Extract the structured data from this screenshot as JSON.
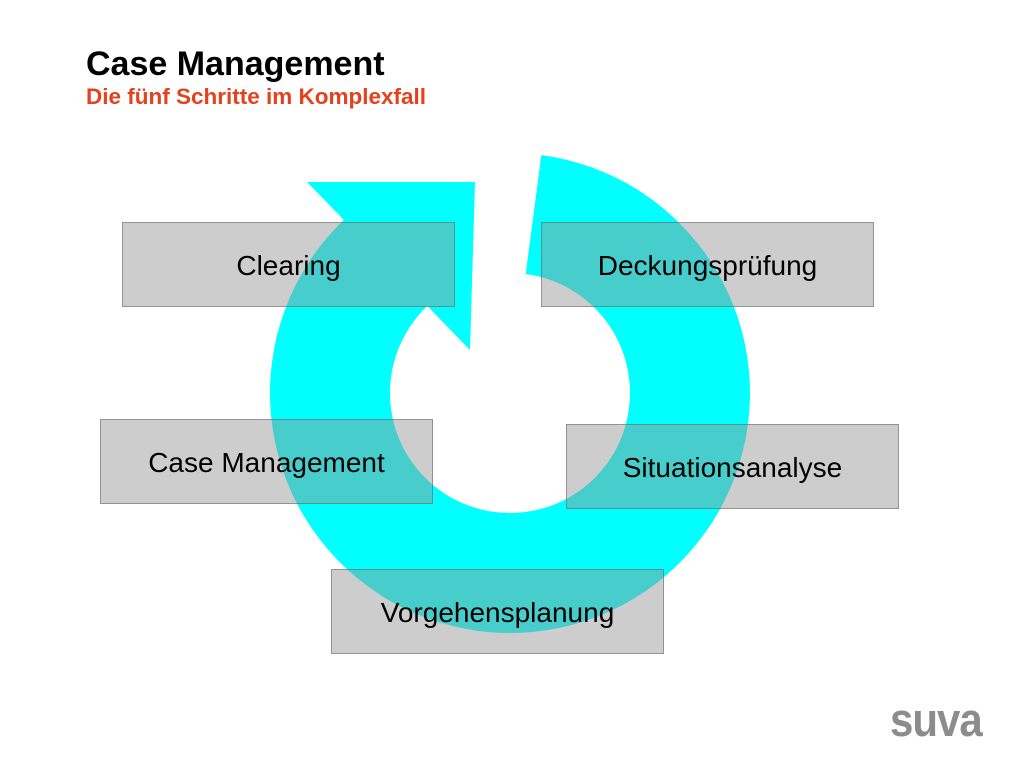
{
  "slide": {
    "title": "Case Management",
    "subtitle": "Die fünf Schritte im Komplexfall"
  },
  "cycle": {
    "steps": [
      {
        "label": "Clearing"
      },
      {
        "label": "Deckungsprüfung"
      },
      {
        "label": "Situationsanalyse"
      },
      {
        "label": "Vorgehensplanung"
      },
      {
        "label": "Case Management"
      }
    ]
  },
  "logo": {
    "text": "suva"
  },
  "colors": {
    "title": "#000000",
    "subtitle": "#E5411D",
    "cycle_arrow": "#00FFFF",
    "step_box": "rgba(150,150,150,0.48)",
    "step_border": "rgba(100,100,100,0.55)",
    "logo": "#8C8C8C"
  }
}
